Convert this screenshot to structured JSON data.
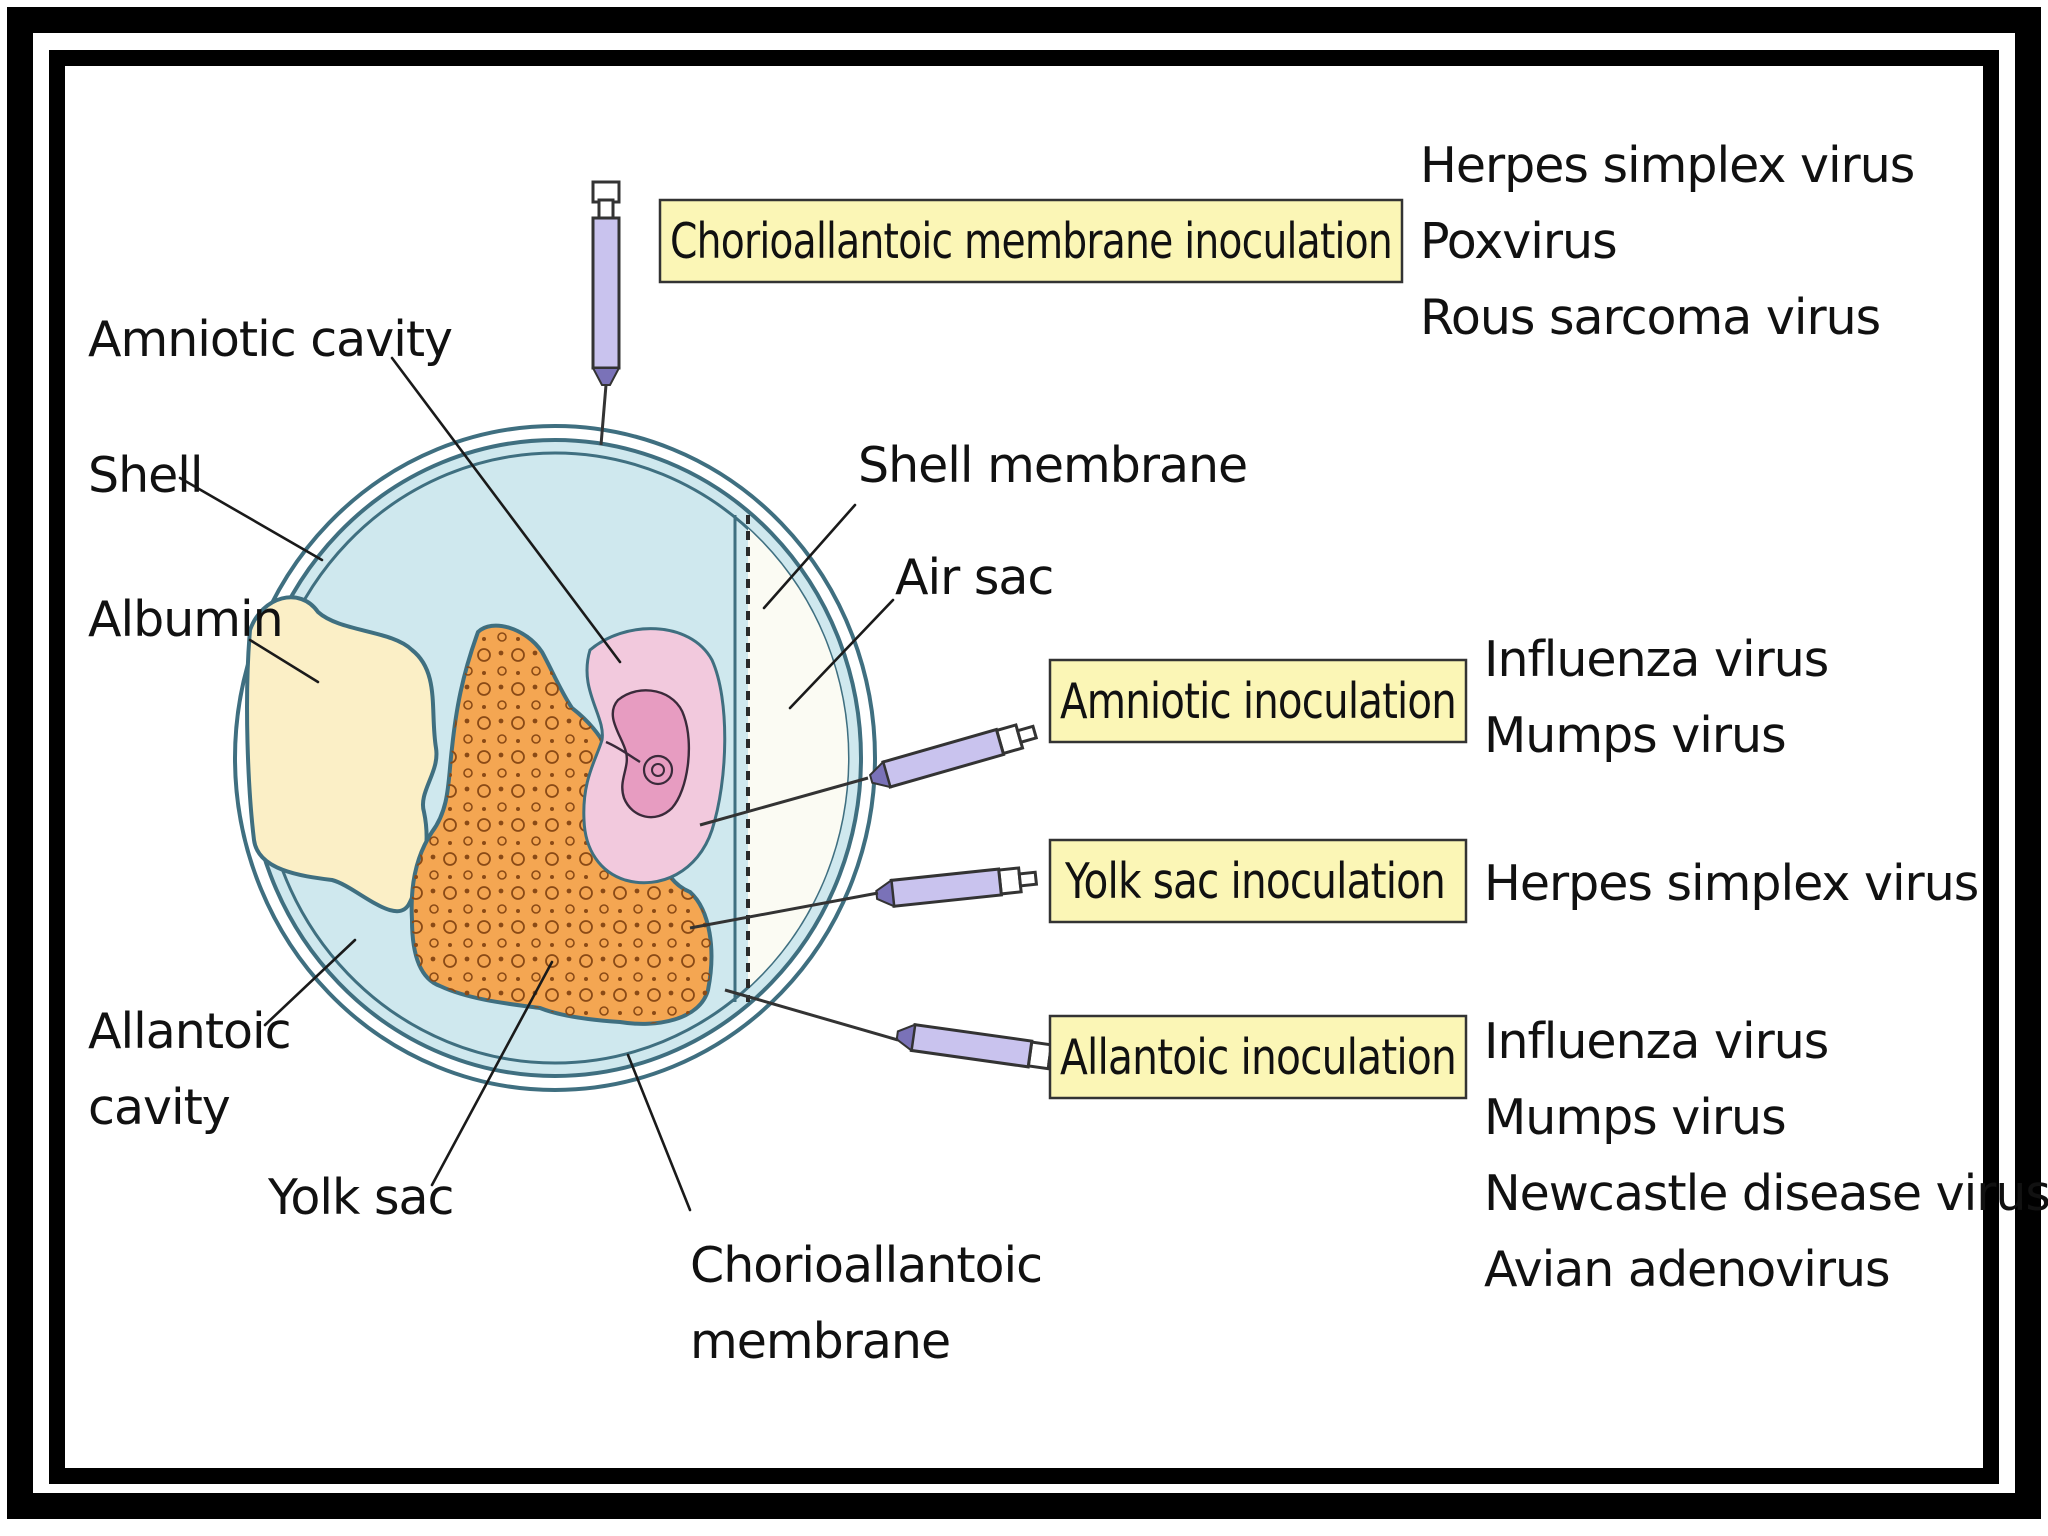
{
  "colors": {
    "frame": "#000000",
    "shell_blue": "#cfe8ee",
    "outline": "#3f6f80",
    "albumin": "#fbefc6",
    "yolk": "#f4a652",
    "yolk_dots": "#8a4a16",
    "amnion": "#f2c9dd",
    "embryo": "#e79cc1",
    "label_box": "#fbf6b6",
    "syringe": "#c9c3ee",
    "syringe_dark": "#7a72b8"
  },
  "structures": {
    "amniotic_cavity": "Amniotic cavity",
    "shell": "Shell",
    "albumin": "Albumin",
    "allantoic_cavity_line1": "Allantoic",
    "allantoic_cavity_line2": "cavity",
    "yolk_sac": "Yolk sac",
    "cam_line1": "Chorioallantoic",
    "cam_line2": "membrane",
    "shell_membrane": "Shell membrane",
    "air_sac": "Air sac"
  },
  "inoculations": [
    {
      "label": "Chorioallantoic membrane inoculation",
      "viruses": [
        "Herpes simplex virus",
        "Poxvirus",
        "Rous sarcoma virus"
      ]
    },
    {
      "label": "Amniotic inoculation",
      "viruses": [
        "Influenza virus",
        "Mumps virus"
      ]
    },
    {
      "label": "Yolk sac inoculation",
      "viruses": [
        "Herpes simplex virus"
      ]
    },
    {
      "label": "Allantoic inoculation",
      "viruses": [
        "Influenza virus",
        "Mumps virus",
        "Newcastle disease virus",
        "Avian adenovirus"
      ]
    }
  ]
}
